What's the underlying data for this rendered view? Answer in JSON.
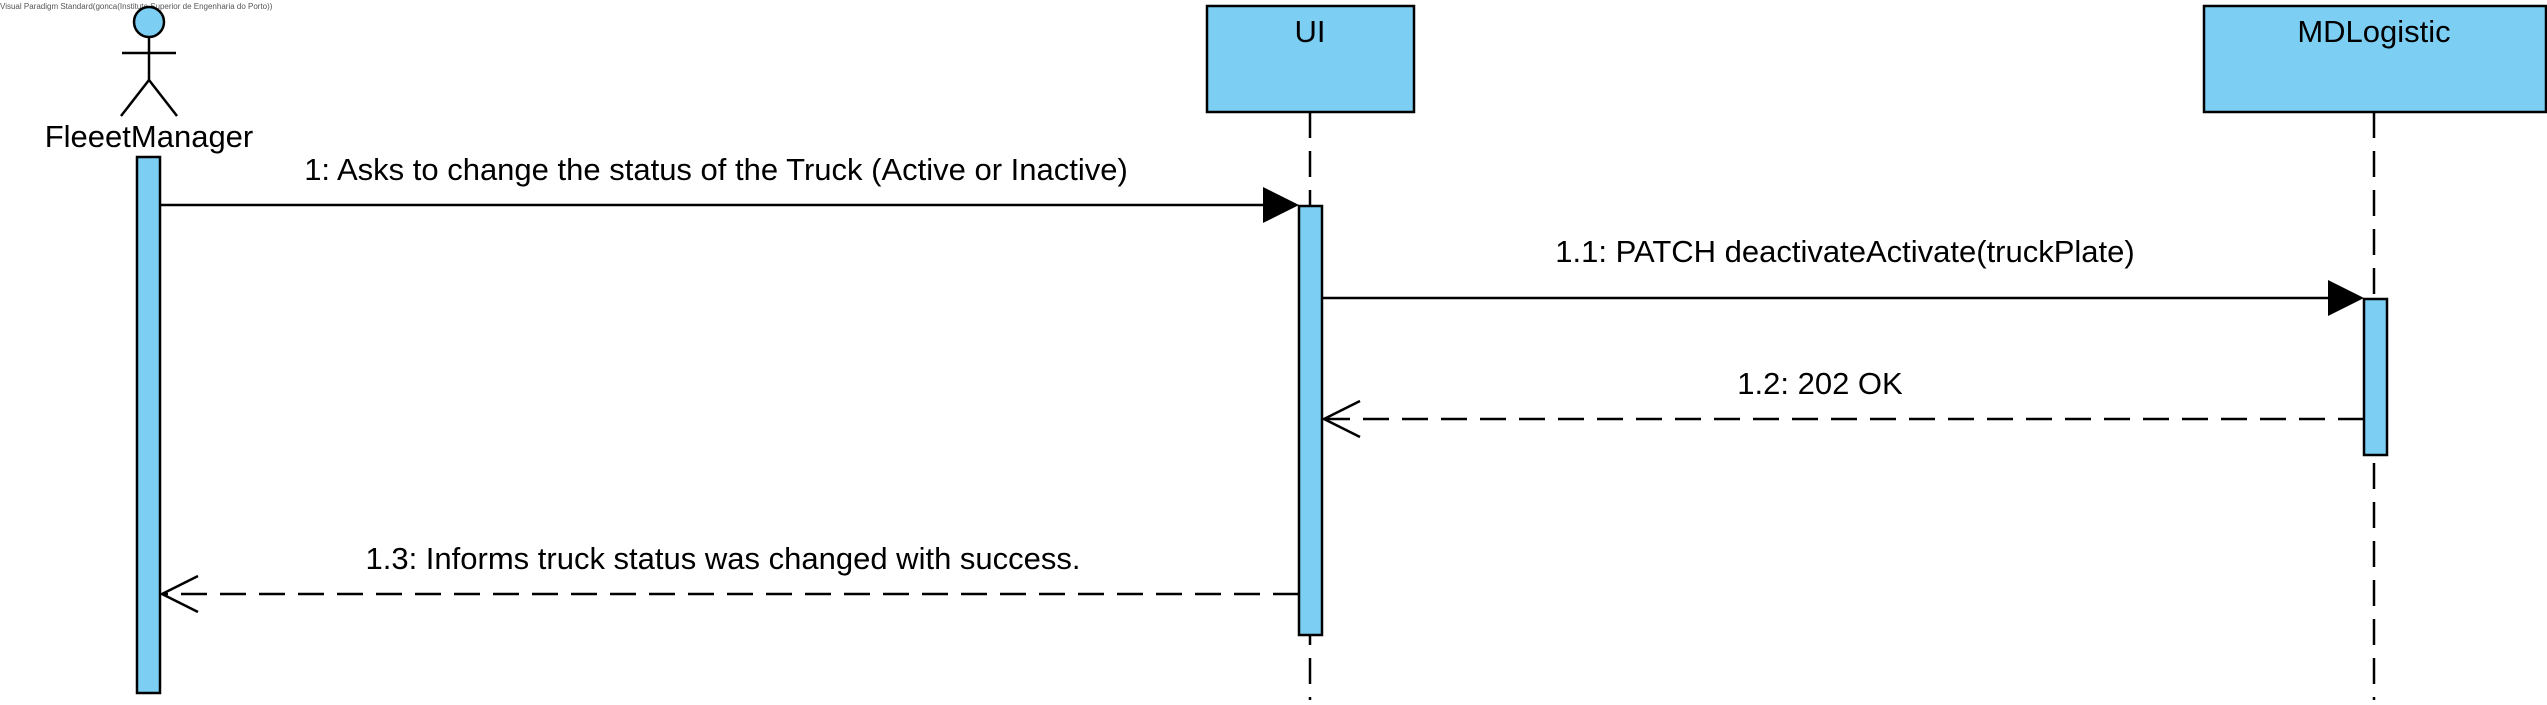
{
  "watermark": "Visual Paradigm Standard(gonca(Instituto Superior de Engenharia do Porto))",
  "participants": {
    "actor": "FleeetManager",
    "ui": "UI",
    "md": "MDLogistic"
  },
  "messages": {
    "m1": "1: Asks to change the status of the Truck (Active or Inactive)",
    "m11": "1.1: PATCH deactivateActivate(truckPlate)",
    "m12": "1.2: 202 OK",
    "m13": "1.3: Informs truck status was changed with success."
  },
  "colors": {
    "fill": "#7ccff3",
    "stroke": "#000000"
  }
}
